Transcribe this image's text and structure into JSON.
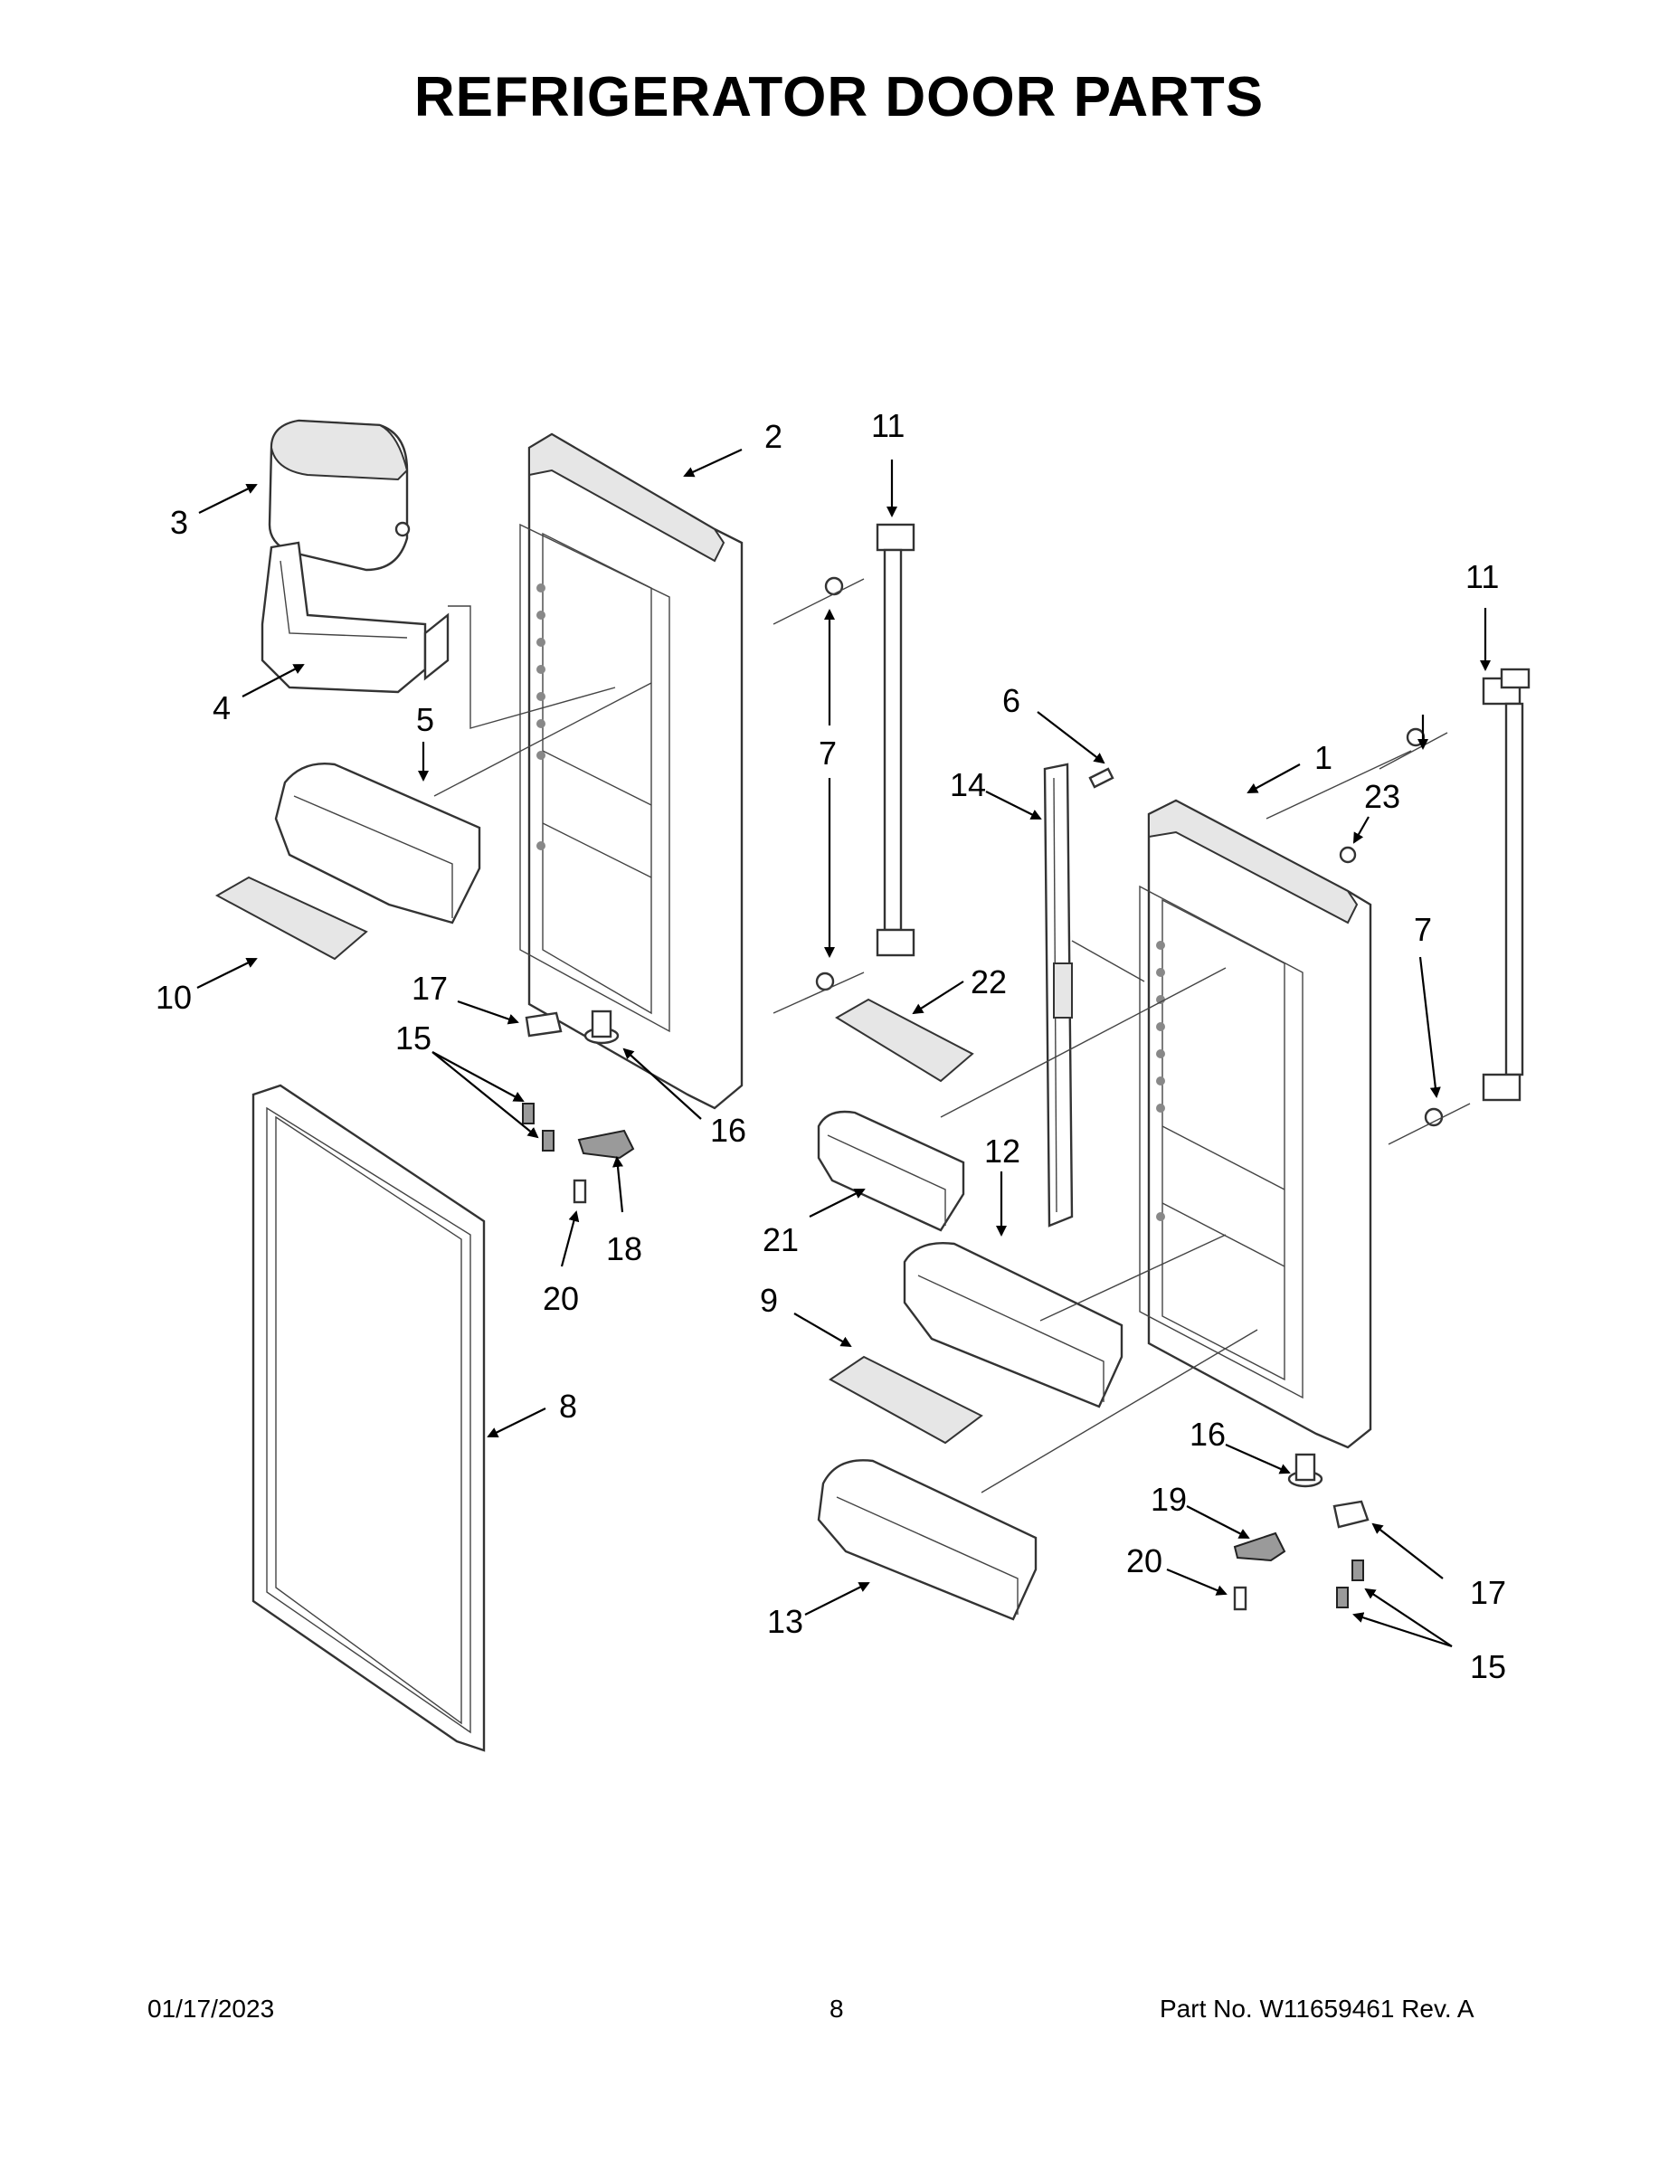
{
  "title": "REFRIGERATOR DOOR PARTS",
  "callouts": {
    "c1": "1",
    "c2": "2",
    "c3": "3",
    "c4": "4",
    "c5": "5",
    "c6": "6",
    "c7a": "7",
    "c7b": "7",
    "c8": "8",
    "c9": "9",
    "c10": "10",
    "c11a": "11",
    "c11b": "11",
    "c12": "12",
    "c13": "13",
    "c14": "14",
    "c15a": "15",
    "c15b": "15",
    "c16a": "16",
    "c16b": "16",
    "c17a": "17",
    "c17b": "17",
    "c18": "18",
    "c19": "19",
    "c20a": "20",
    "c20b": "20",
    "c21": "21",
    "c22": "22",
    "c23": "23"
  },
  "footer": {
    "date": "01/17/2023",
    "page": "8",
    "part": "Part No.  W11659461  Rev.  A"
  }
}
